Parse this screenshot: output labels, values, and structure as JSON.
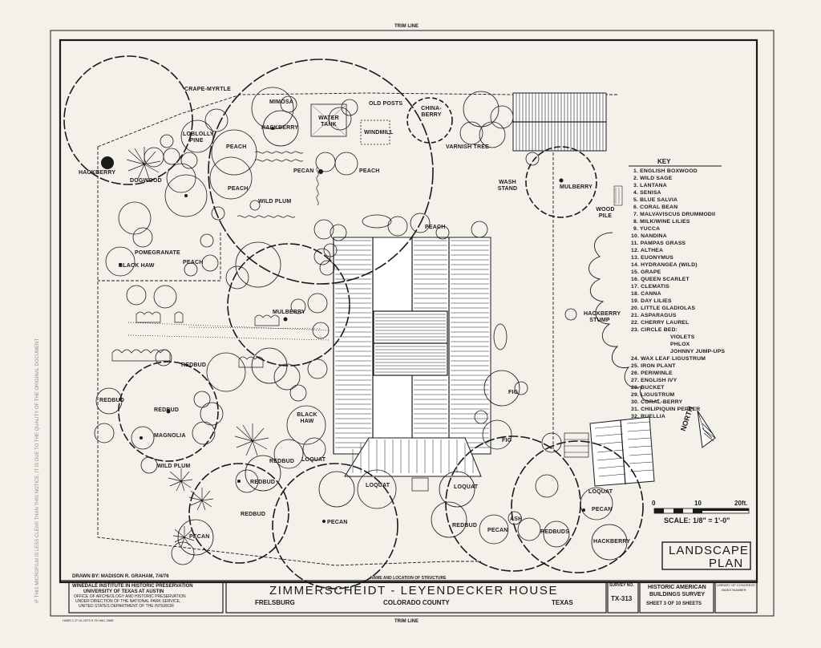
{
  "trim_line": "TRIM LINE",
  "title_block": {
    "drawn_by": "DRAWN BY: MADISON R. GRAHAM, 7/4/76",
    "institute_1": "WINEDALE INSTITUTE IN HISTORIC PRESERVATION",
    "institute_2": "UNIVERSITY OF TEXAS AT AUSTIN",
    "institute_3": "OFFICE OF ARCHEOLOGY AND HISTORIC PRESERVATION",
    "institute_4": "UNDER DIRECTION OF THE NATIONAL PARK SERVICE,",
    "institute_5": "UNITED STATES DEPARTMENT OF THE INTERIOR",
    "name_caption": "NAME AND LOCATION OF STRUCTURE",
    "structure_name": "ZIMMERSCHEIDT - LEYENDECKER HOUSE",
    "town": "FRELSBURG",
    "county": "COLORADO COUNTY",
    "state": "TEXAS",
    "survey_caption": "SURVEY NO.",
    "survey_no": "TX-313",
    "habs_1": "HISTORIC AMERICAN",
    "habs_2": "BUILDINGS SURVEY",
    "sheet": "SHEET 3 OF 10 SHEETS",
    "library": "LIBRARY OF CONGRESS",
    "library_2": "INDEX NUMBER"
  },
  "plan_title_1": "LANDSCAPE",
  "plan_title_2": "PLAN",
  "north": "NORTH",
  "scale": {
    "ticks": [
      "0",
      "10",
      "20ft."
    ],
    "text": "SCALE: 1/8\" = 1'-0\""
  },
  "key": {
    "title": "KEY",
    "items": [
      "1. ENGLISH BOXWOOD",
      "2. WILD SAGE",
      "3. LANTANA",
      "4. SENISA",
      "5. BLUE SALVIA",
      "6. CORAL BEAN",
      "7. MALVAVISCUS DRUMMODII",
      "8. MILK/WINE LILIES",
      "9. YUCCA",
      "10. NANDINA",
      "11. PAMPAS GRASS",
      "12. ALTHEA",
      "13. EUONYMUS",
      "14. HYDRANGEA (WILD)",
      "15. GRAPE",
      "16. QUEEN SCARLET",
      "17. CLEMATIS",
      "18. CANNA",
      "19. DAY LILIES",
      "20. LITTLE GLADIOLAS",
      "21. ASPARAGUS",
      "22. CHERRY LAUREL",
      "23. CIRCLE BED:",
      "VIOLETS",
      "PHLOX",
      "JOHNNY JUMP-UPS",
      "24. WAX LEAF LIGUSTRUM",
      "25. IRON PLANT",
      "26. PERIWINLE",
      "27. ENGLISH IVY",
      "28. BUCKET",
      "29. LIGUSTRUM",
      "30. CORAL-BERRY",
      "31. CHILIPIQUIN PEPPER",
      "32. RUELLIA"
    ]
  },
  "labels": {
    "crape_myrtle": "CRAPE-MYRTLE",
    "mimosa": "MIMOSA",
    "hackberry_top": "HACKBERRY",
    "water_tank": "WATER TANK",
    "old_posts": "OLD POSTS",
    "windmill": "WINDMILL",
    "china_berry": "CHINA-BERRY",
    "varnish_tree": "VARNISH TREE",
    "loblolly_pine": "LOBLOLLY PINE",
    "peach_1": "PEACH",
    "peach_2": "PEACH",
    "peach_3": "PEACH",
    "peach_4": "PEACH",
    "peach_5": "PEACH",
    "pecan_1": "PECAN",
    "hackberry_left": "HACKBERRY",
    "dogwood": "DOGWOOD",
    "wild_plum_1": "WILD PLUM",
    "wash_stand": "WASH STAND",
    "mulberry_right": "MULBERRY",
    "wood_pile": "WOOD PILE",
    "pomegranate": "POMEGRANATE",
    "black_haw_1": "BLACK HAW",
    "mulberry_center": "MULBERRY",
    "hackberry_stump": "HACKBERRY STUMP",
    "redbud_1": "REDBUD",
    "redbud_2": "REDBUD",
    "redbud_3": "REDBUD",
    "magnolia": "MAGNOLIA",
    "black_haw_2": "BLACK HAW",
    "fig_1": "FIG",
    "fig_2": "FIG",
    "wild_plum_2": "WILD PLUM",
    "redbud_4": "REDBUD",
    "loquat_1": "LOQUAT",
    "redbud_5": "REDBUD",
    "loquat_2": "LOQUAT",
    "loquat_3": "LOQUAT",
    "loquat_4": "LOQUAT",
    "pecan_2": "PECAN",
    "pecan_3": "PECAN",
    "redbud_6": "REDBUD",
    "pecan_4": "PECAN",
    "pecan_5": "PECAN",
    "ash": "ASH",
    "redbud_7": "REDBUD",
    "redbuds": "REDBUDS",
    "hackberry_bottom": "HACKBERRY"
  },
  "margin_note": "IF THIS MICROFILM IS LESS CLEAR THAN THIS NOTICE, IT IS DUE TO THE QUALITY OF THE ORIGINAL DOCUMENT",
  "footer_code": "HABS C-P 10-1973  9-75  HAC-2568"
}
